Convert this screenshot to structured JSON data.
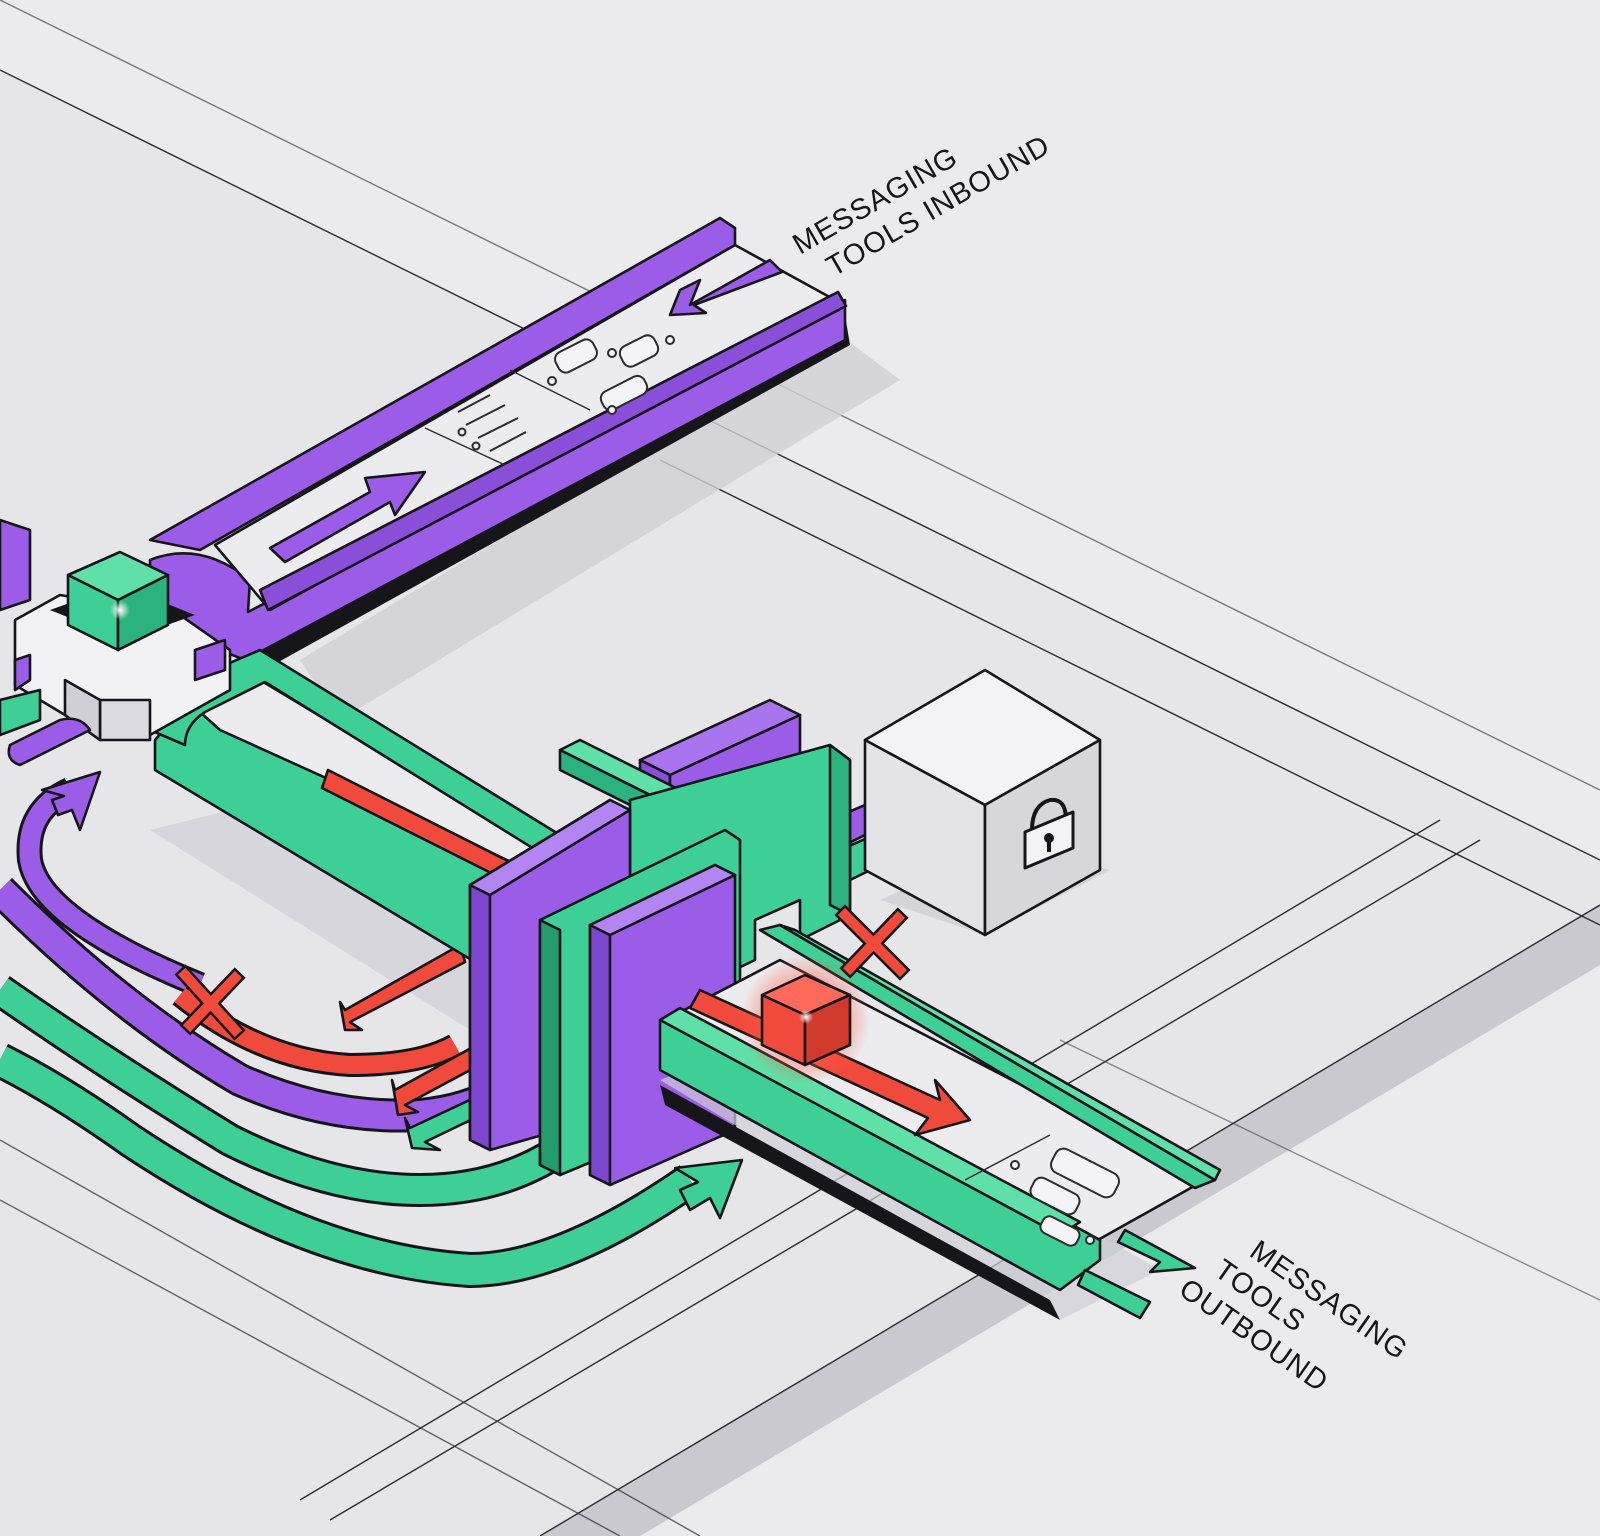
{
  "labels": {
    "inbound_line1": "MESSAGING",
    "inbound_line2": "TOOLS INBOUND",
    "outbound_line1": "MESSAGING",
    "outbound_line2": "TOOLS",
    "outbound_line3": "OUTBOUND"
  },
  "icons": [
    "message-bubble-icon",
    "list-icon",
    "lock-icon",
    "blocked-x-icon",
    "arrow-icon"
  ],
  "colors": {
    "background": "#ebebed",
    "platform": "#e6e6e9",
    "platform_side": "#c9c9cf",
    "purple": "#9b5de8",
    "purple_dark": "#6f3fc0",
    "green": "#3ecf96",
    "green_dark": "#249c6c",
    "red": "#f04a3c",
    "ink": "#16161a"
  }
}
